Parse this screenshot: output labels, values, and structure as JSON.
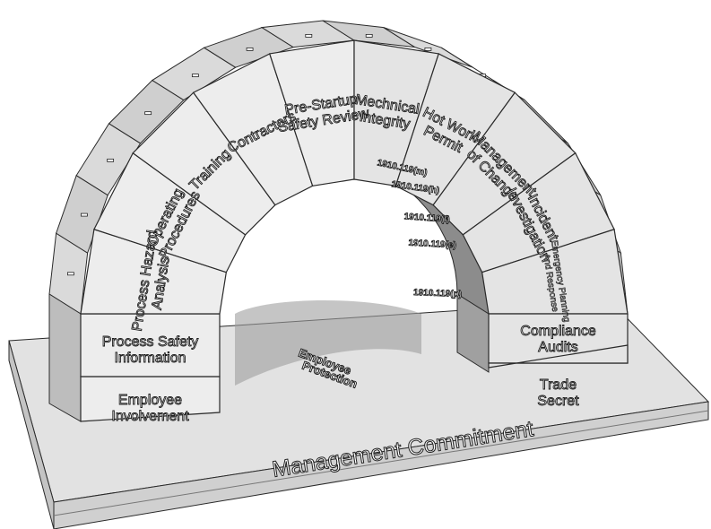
{
  "base": {
    "label": "Management Commitment",
    "floor_label_line1": "Employee",
    "floor_label_line2": "Protection"
  },
  "arch": {
    "stones": [
      {
        "id": "employee-involvement",
        "lines": [
          "Employee",
          "Involvement"
        ]
      },
      {
        "id": "process-safety-information",
        "lines": [
          "Process Safety",
          "Information"
        ]
      },
      {
        "id": "process-hazard-analysis",
        "lines": [
          "Process Hazard",
          "Analysis"
        ]
      },
      {
        "id": "operating-procedures",
        "lines": [
          "Operating",
          "Procedures"
        ]
      },
      {
        "id": "training",
        "lines": [
          "Training"
        ]
      },
      {
        "id": "contractors",
        "lines": [
          "Contractors"
        ]
      },
      {
        "id": "pre-startup-safety-review",
        "lines": [
          "Pre-Startup",
          "Safety Review"
        ]
      },
      {
        "id": "mechanical-integrity",
        "lines": [
          "Mechnical",
          "Integrity"
        ]
      },
      {
        "id": "hot-work-permit",
        "lines": [
          "Hot Work",
          "Permit"
        ]
      },
      {
        "id": "management-of-change",
        "lines": [
          "Management",
          "of Change"
        ]
      },
      {
        "id": "incident-investigation",
        "lines": [
          "Incident",
          "Investigation"
        ]
      },
      {
        "id": "emergency-planning-and-response",
        "lines": [
          "Emergency Planning",
          "And Response"
        ]
      },
      {
        "id": "compliance-audits",
        "lines": [
          "Compliance",
          "Audits"
        ]
      },
      {
        "id": "trade-secret",
        "lines": [
          "Trade",
          "Secret"
        ]
      }
    ],
    "inner_codes": [
      "1910.119(m)",
      "1910.119(h)",
      "1910.119(f)",
      "1910.119(e)",
      "1910.119(p)"
    ]
  },
  "colors": {
    "stone_face": "#ededed",
    "stone_face_right": "#e4e4e4",
    "arch_top": "#d6d6d6",
    "arch_side": "#bdbdbd",
    "inner_shadow": "#8c8c8c",
    "base_top": "#e2e2e2",
    "base_front": "#d0d0d0",
    "shadow": "#aaaaaa",
    "outline": "#2a2a2a"
  }
}
